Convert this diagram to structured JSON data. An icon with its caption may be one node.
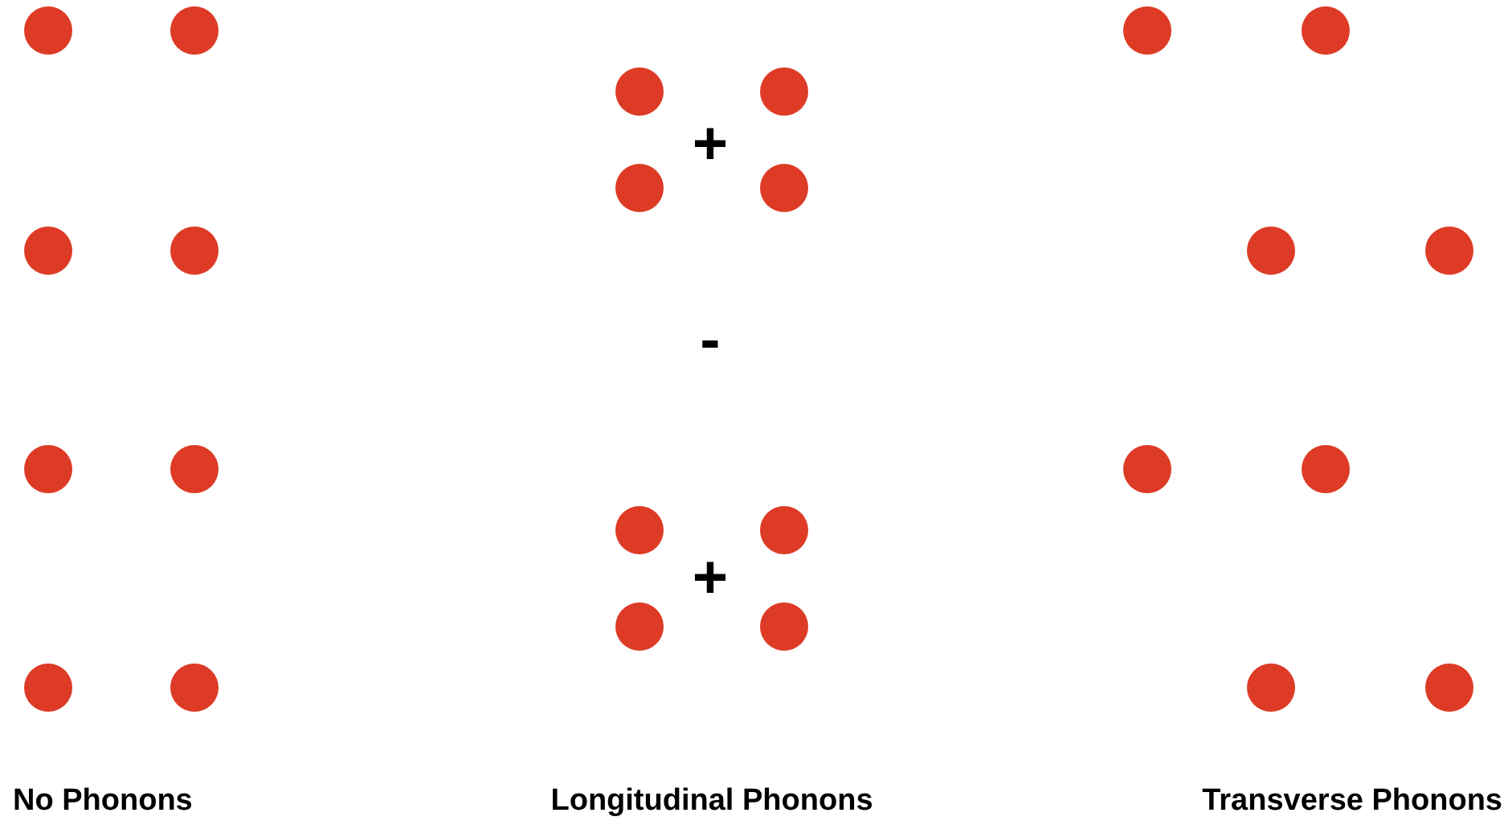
{
  "diagram": {
    "labels": [
      "+",
      "-",
      "+",
      "No Phonons",
      "Longitudinal Phonons",
      "Transverse Phonons"
    ]
  }
}
